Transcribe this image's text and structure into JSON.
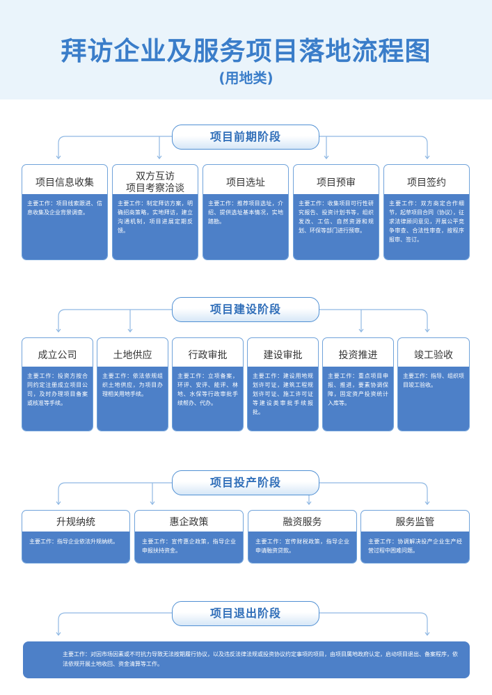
{
  "header": {
    "title": "拜访企业及服务项目落地流程图",
    "subtitle": "(用地类)"
  },
  "stages": [
    {
      "label": "项目前期阶段",
      "cards": [
        {
          "title": "项目信息收集",
          "body": "主要工作：项目线索跟进、信息收集及企业背景调查。"
        },
        {
          "title": "双方互访\n项目考察洽谈",
          "body": "主要工作：制定拜访方案，明确招商策略，实地拜访，建立沟通机制，项目进展定期反馈。"
        },
        {
          "title": "项目选址",
          "body": "主要工作：推荐项目选址，介绍、提供选址基本情况，实地踏勘。"
        },
        {
          "title": "项目预审",
          "body": "主要工作：收集项目可行性研究报告、投资计划书等，组织发改、工信、自然资源和规划、环保等部门进行预审。"
        },
        {
          "title": "项目签约",
          "body": "主要工作：双方商定合作细节，起草项目合同（协议），征求法律顾问意见，开展公平竞争审查、合法性审查，按程序报审、签订。"
        }
      ]
    },
    {
      "label": "项目建设阶段",
      "cards": [
        {
          "title": "成立公司",
          "body": "主要工作：投资方按合同约定注册成立项目公司，及时办理项目备案或核准等手续。"
        },
        {
          "title": "土地供应",
          "body": "主要工作：依法依规组织土地供应，为项目办理相关用地手续。"
        },
        {
          "title": "行政审批",
          "body": "主要工作：立项备案，环评、安评、能评、林地、水保等行政审批手续帮办、代办。"
        },
        {
          "title": "建设审批",
          "body": "主要工作：建设用地规划许可证，建筑工程规划许可证、施工许可证等建设类审批手续报批。"
        },
        {
          "title": "投资推进",
          "body": "主要工作：重点项目申报、推进，要素协调保障，固定资产投资统计入库等。"
        },
        {
          "title": "竣工验收",
          "body": "主要工作：指导、组织项目竣工验收。"
        }
      ]
    },
    {
      "label": "项目投产阶段",
      "cards": [
        {
          "title": "升规纳统",
          "body": "主要工作：指导企业依法升规纳统。"
        },
        {
          "title": "惠企政策",
          "body": "主要工作：宣传惠企政策，指导企业申报扶持资金。"
        },
        {
          "title": "融资服务",
          "body": "主要工作：宣传财税政策，指导企业申请融资贷款。"
        },
        {
          "title": "服务监管",
          "body": "主要工作：协调解决投产企业生产经营过程中困难问题。"
        }
      ]
    },
    {
      "label": "项目退出阶段",
      "body": "主要工作：对因市场因素或不可抗力导致无法按期履行协议，以及违反法律法规或投资协议约定事项的项目，由项目属地政府认定，启动项目退出、备案程序，依法依规开展土地收回、资金清算等工作。"
    }
  ],
  "colors": {
    "accent": "#3a7dc9",
    "card_fill": "#4d80c8",
    "connector": "#8fb8e3",
    "header_bg": "#eaf4fb"
  }
}
